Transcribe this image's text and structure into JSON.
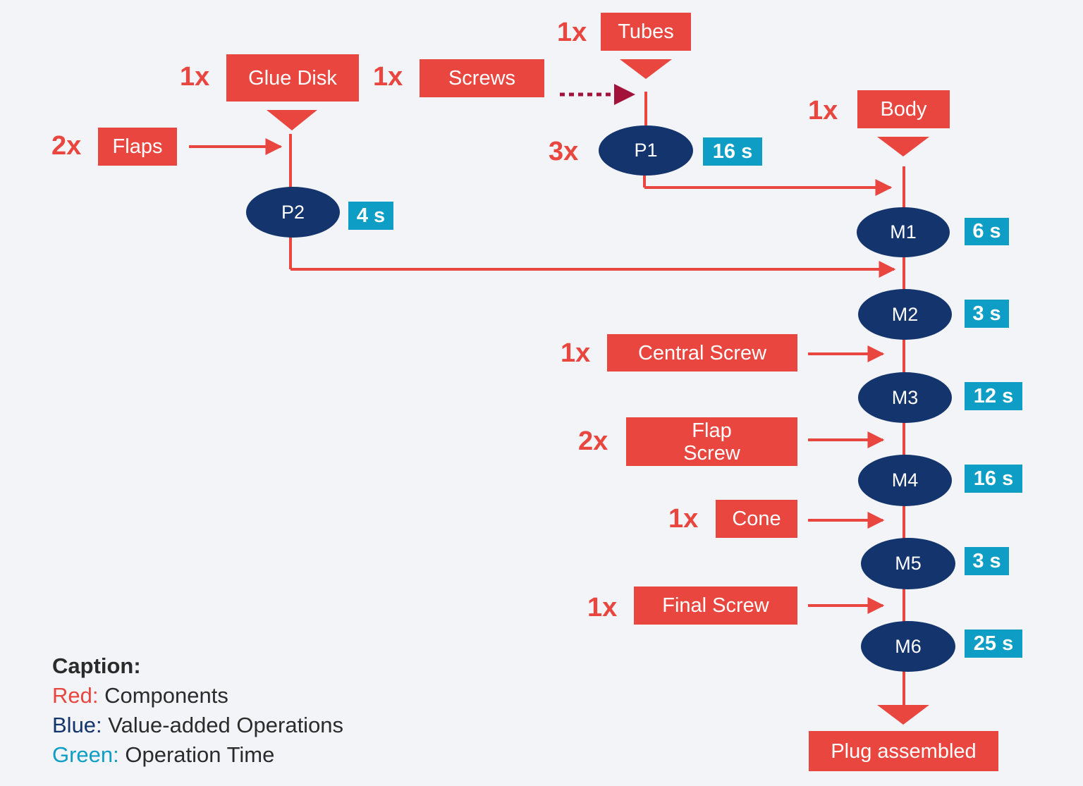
{
  "components": {
    "tubes": {
      "label": "Tubes",
      "qty": "1x"
    },
    "glue_disk": {
      "label": "Glue Disk",
      "qty": "1x"
    },
    "screws": {
      "label": "Screws",
      "qty": "1x"
    },
    "body": {
      "label": "Body",
      "qty": "1x"
    },
    "flaps": {
      "label": "Flaps",
      "qty": "2x"
    },
    "central_screw": {
      "label": "Central Screw",
      "qty": "1x"
    },
    "flap_screw": {
      "label": "Flap\nScrew",
      "qty": "2x"
    },
    "cone": {
      "label": "Cone",
      "qty": "1x"
    },
    "final_screw": {
      "label": "Final Screw",
      "qty": "1x"
    },
    "plug_assembled": {
      "label": "Plug assembled"
    }
  },
  "operations": {
    "p1": {
      "label": "P1",
      "qty": "3x",
      "time": "16 s"
    },
    "p2": {
      "label": "P2",
      "time": "4 s"
    },
    "m1": {
      "label": "M1",
      "time": "6 s"
    },
    "m2": {
      "label": "M2",
      "time": "3 s"
    },
    "m3": {
      "label": "M3",
      "time": "12 s"
    },
    "m4": {
      "label": "M4",
      "time": "16 s"
    },
    "m5": {
      "label": "M5",
      "time": "3 s"
    },
    "m6": {
      "label": "M6",
      "time": "25 s"
    }
  },
  "caption": {
    "title": "Caption:",
    "red_key": "Red:",
    "red_text": " Components",
    "blue_key": "Blue:",
    "blue_text": " Value-added Operations",
    "green_key": "Green:",
    "green_text": " Operation Time"
  },
  "colors": {
    "component": "#e8463f",
    "operation": "#13346d",
    "time": "#0e9ec5",
    "dashed_arrow": "#a3123a",
    "background": "#f3f4f8"
  }
}
